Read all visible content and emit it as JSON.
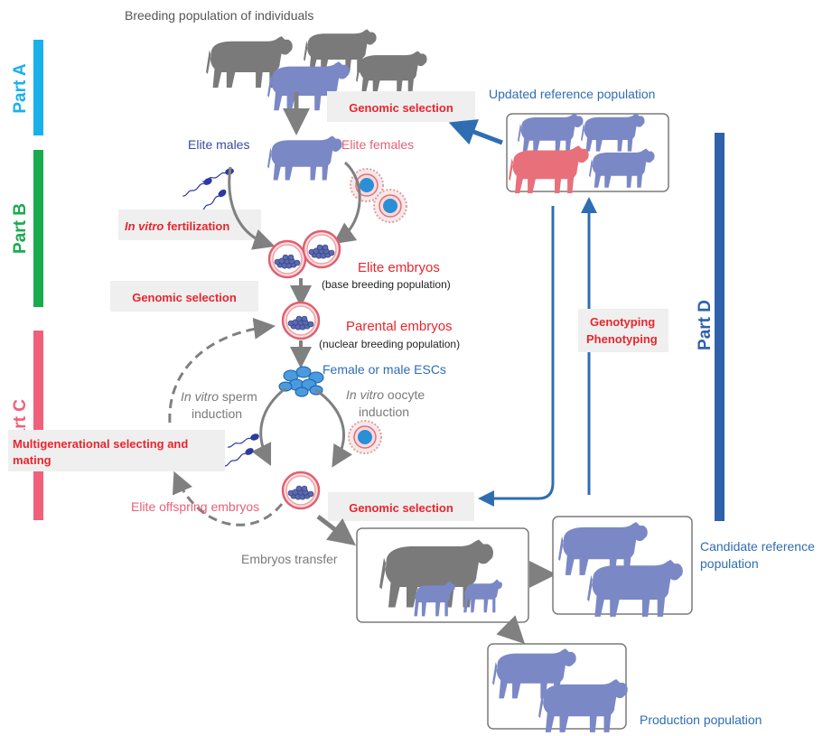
{
  "header": "Breeding population of individuals",
  "parts": {
    "a": "Part A",
    "b": "Part B",
    "c": "Part C",
    "d": "Part D"
  },
  "labels": {
    "updated_reference": "Updated reference population",
    "genomic_selection": "Genomic  selection",
    "elite_males": "Elite males",
    "elite_females": "Elite females",
    "ivf_italic": "In vitro",
    "ivf_rest": " fertilization",
    "elite_embryos": "Elite embryos",
    "elite_embryos_sub": "(base breeding population)",
    "parental_embryos": "Parental embryos",
    "parental_embryos_sub": "(nuclear breeding population)",
    "escs": "Female or male ESCs",
    "sperm_italic": "In vitro",
    "sperm_rest": " sperm",
    "sperm_line2": "induction",
    "oocyte_italic": "In vitro",
    "oocyte_rest": " oocyte",
    "oocyte_line2": "induction",
    "multigen_line1": "Multigenerational selecting and",
    "multigen_line2": "mating",
    "elite_offspring": "Elite offspring embryos",
    "embryos_transfer": "Embryos transfer",
    "genotyping": "Genotyping",
    "phenotyping": "Phenotyping",
    "candidate_line1": "Candidate reference",
    "candidate_line2": "population",
    "production": "Production population"
  },
  "colors": {
    "cow_gray": "#7a7a7a",
    "cow_blue": "#7b88c6",
    "cow_red": "#e8707a",
    "arrow_gray": "#808080",
    "arrow_blue": "#2f6db3",
    "red_text": "#e8262e",
    "pink_text": "#e8607a",
    "blue_text": "#2f6db3",
    "part_a": "#1ab0ea",
    "part_b": "#1aab4f",
    "part_c": "#f0607a",
    "part_d": "#2f62a8",
    "label_box": "#efefef"
  }
}
